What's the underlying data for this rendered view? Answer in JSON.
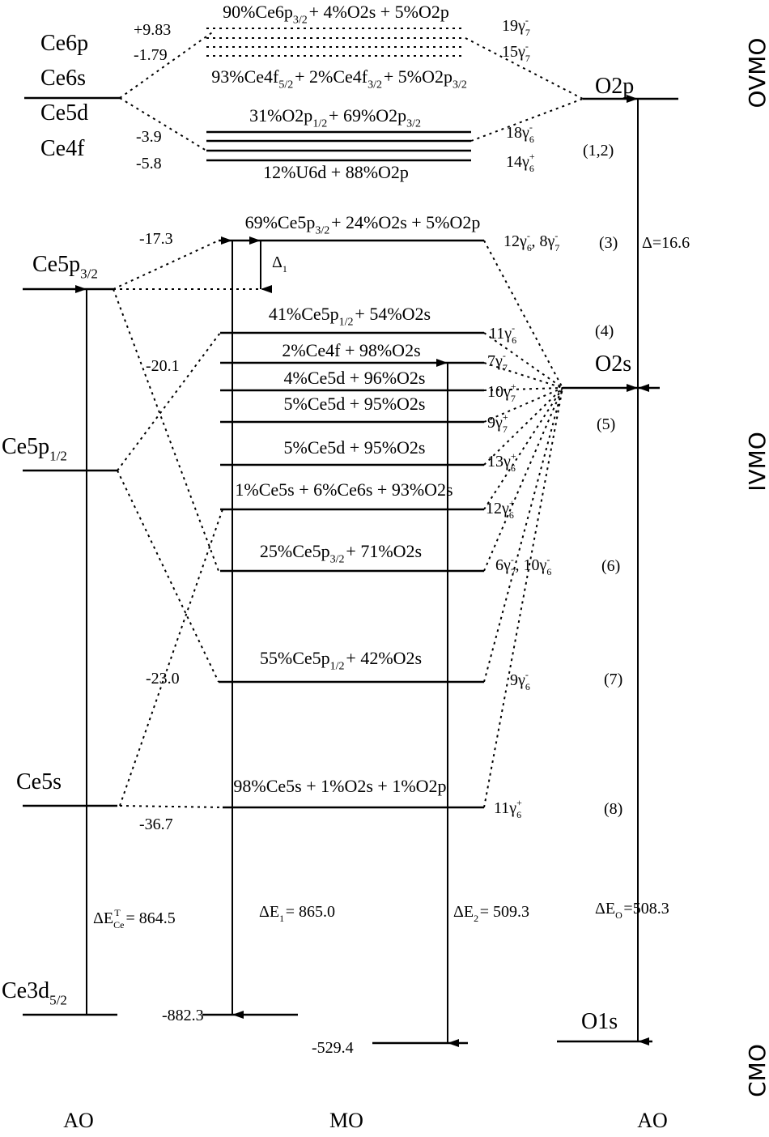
{
  "ao_left": {
    "ce6p": [
      "Ce6p"
    ],
    "ce6s": [
      "Ce6s"
    ],
    "ce5d": [
      "Ce5d"
    ],
    "ce4f": [
      "Ce4f"
    ],
    "ce5p32": [
      "Ce5p",
      {
        "sub": "3/2"
      }
    ],
    "ce5p12": [
      "Ce5p",
      {
        "sub": "1/2"
      }
    ],
    "ce5s": [
      "Ce5s"
    ],
    "ce3d52": [
      "Ce3d",
      {
        "sub": "5/2"
      }
    ]
  },
  "ao_right": {
    "o2p": [
      "O2p"
    ],
    "o2s": [
      "O2s"
    ],
    "o1s": [
      "O1s"
    ]
  },
  "energies": {
    "e1": [
      "+9.83"
    ],
    "e2": [
      "-1.79"
    ],
    "e3": [
      "-3.9"
    ],
    "e4": [
      "-5.8"
    ],
    "e5": [
      "-17.3"
    ],
    "e6": [
      "-20.1"
    ],
    "e7": [
      "-23.0"
    ],
    "e8": [
      "-36.7"
    ],
    "e9": [
      "-882.3"
    ],
    "e10": [
      "-529.4"
    ]
  },
  "compositions": {
    "c1": [
      "90%Ce6p",
      {
        "sub": "3/2"
      },
      "+ 4%O2s + 5%O2p"
    ],
    "c2": [
      "93%Ce4f",
      {
        "sub": "5/2"
      },
      "+ 2%Ce4f",
      {
        "sub": "3/2"
      },
      "+ 5%O2p",
      {
        "sub": "3/2"
      }
    ],
    "c3": [
      "31%O2p",
      {
        "sub": "1/2"
      },
      "+ 69%O2p",
      {
        "sub": "3/2"
      }
    ],
    "c4": [
      "12%U6d + 88%O2p"
    ],
    "c5": [
      "69%Ce5p",
      {
        "sub": "3/2"
      },
      "+ 24%O2s + 5%O2p"
    ],
    "c6": [
      "41%Ce5p",
      {
        "sub": "1/2"
      },
      "+ 54%O2s"
    ],
    "c7": [
      "2%Ce4f + 98%O2s"
    ],
    "c8": [
      "4%Ce5d + 96%O2s"
    ],
    "c9": [
      "5%Ce5d + 95%O2s"
    ],
    "c10": [
      "5%Ce5d + 95%O2s"
    ],
    "c11": [
      "1%Ce5s + 6%Ce6s + 93%O2s"
    ],
    "c12": [
      "25%Ce5p",
      {
        "sub": "3/2"
      },
      "+ 71%O2s"
    ],
    "c13": [
      "55%Ce5p",
      {
        "sub": "1/2"
      },
      "+ 42%O2s"
    ],
    "c14": [
      "98%Ce5s + 1%O2s + 1%O2p"
    ]
  },
  "symmetries": {
    "s1": [
      "19γ",
      {
        "sub": "7",
        "sup": "-"
      }
    ],
    "s2": [
      "15γ",
      {
        "sub": "7",
        "sup": "-"
      }
    ],
    "s3": [
      "18γ",
      {
        "sub": "6",
        "sup": "-"
      }
    ],
    "s4": [
      "14γ",
      {
        "sub": "6",
        "sup": "+"
      }
    ],
    "s5": [
      "12γ",
      {
        "sub": "6",
        "sup": "-"
      },
      ", 8γ",
      {
        "sub": "7",
        "sup": "-"
      }
    ],
    "s6": [
      "11γ",
      {
        "sub": "6",
        "sup": "-"
      }
    ],
    "s7": [
      "7γ",
      {
        "sub": "7",
        "sup": "-"
      }
    ],
    "s8": [
      "10γ",
      {
        "sub": "7",
        "sup": "+"
      }
    ],
    "s9": [
      "9γ",
      {
        "sub": "7",
        "sup": "+"
      }
    ],
    "s10": [
      "13γ",
      {
        "sub": "6",
        "sup": "+"
      }
    ],
    "s11": [
      "12γ",
      {
        "sub": "6",
        "sup": "+"
      }
    ],
    "s12": [
      "6γ",
      {
        "sub": "7",
        "sup": "-"
      },
      ", 10γ",
      {
        "sub": "6",
        "sup": "-"
      }
    ],
    "s13": [
      "9γ",
      {
        "sub": "6",
        "sup": "-"
      }
    ],
    "s14": [
      "11γ",
      {
        "sub": "6",
        "sup": "+"
      }
    ]
  },
  "groups": {
    "g12": [
      "(1,2)"
    ],
    "g3": [
      "(3)"
    ],
    "g4": [
      "(4)"
    ],
    "g5": [
      "(5)"
    ],
    "g6": [
      "(6)"
    ],
    "g7": [
      "(7)"
    ],
    "g8": [
      "(8)"
    ]
  },
  "deltas": {
    "delta": [
      "Δ=16.6"
    ],
    "delta1": [
      "Δ",
      {
        "sub": "1"
      }
    ],
    "dEce": [
      "ΔE",
      {
        "sub": "Ce",
        "sup": "T"
      },
      " = 864.5"
    ],
    "dE1": [
      "ΔE",
      {
        "sub": "1"
      },
      "= 865.0"
    ],
    "dE2": [
      "ΔE",
      {
        "sub": "2"
      },
      "= 509.3"
    ],
    "dEO": [
      "ΔE",
      {
        "sub": "O"
      },
      "=508.3"
    ]
  },
  "regions": {
    "ovmo": "OVMO",
    "ivmo": "IVMO",
    "cmo": "CMO"
  },
  "columns": {
    "ao_left": [
      "AO"
    ],
    "mo": [
      "MO"
    ],
    "ao_right": [
      "AO"
    ]
  }
}
